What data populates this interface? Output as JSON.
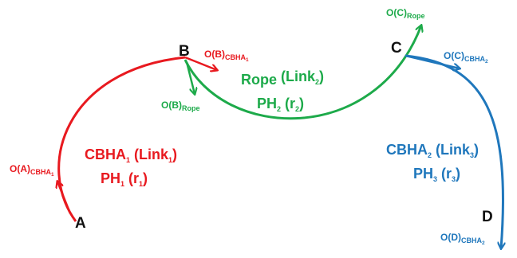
{
  "colors": {
    "red": "#e8191f",
    "green": "#1daa4a",
    "blue": "#1f77bc",
    "black": "#111111"
  },
  "nodes": {
    "a": "A",
    "b": "B",
    "c": "C",
    "d": "D"
  },
  "links": {
    "link1": {
      "name": "CBHA",
      "name_sub": "1",
      "paren_open": " (Link",
      "link_sub": "1",
      "paren_close": ")",
      "ph": "PH",
      "ph_sub": "1",
      "r_open": " (r",
      "r_sub": "1",
      "r_close": ")"
    },
    "link2": {
      "name": "Rope",
      "name_sub": "",
      "paren_open": " (Link",
      "link_sub": "2",
      "paren_close": ")",
      "ph": "PH",
      "ph_sub": "2",
      "r_open": " (r",
      "r_sub": "2",
      "r_close": ")"
    },
    "link3": {
      "name": "CBHA",
      "name_sub": "2",
      "paren_open": " (Link",
      "link_sub": "3",
      "paren_close": ")",
      "ph": "PH",
      "ph_sub": "3",
      "r_open": " (r",
      "r_sub": "3",
      "r_close": ")"
    }
  },
  "orientations": {
    "oa_cbha1": {
      "main": "O(A)",
      "sub": "CBHA",
      "subsub": "1"
    },
    "ob_cbha1": {
      "main": "O(B)",
      "sub": "CBHA",
      "subsub": "1"
    },
    "ob_rope": {
      "main": "O(B)",
      "sub": "Rope",
      "subsub": ""
    },
    "oc_rope": {
      "main": "O(C)",
      "sub": "Rope",
      "subsub": ""
    },
    "oc_cbha2": {
      "main": "O(C)",
      "sub": "CBHA",
      "subsub": "2"
    },
    "od_cbha2": {
      "main": "O(D)",
      "sub": "CBHA",
      "subsub": "2"
    }
  }
}
